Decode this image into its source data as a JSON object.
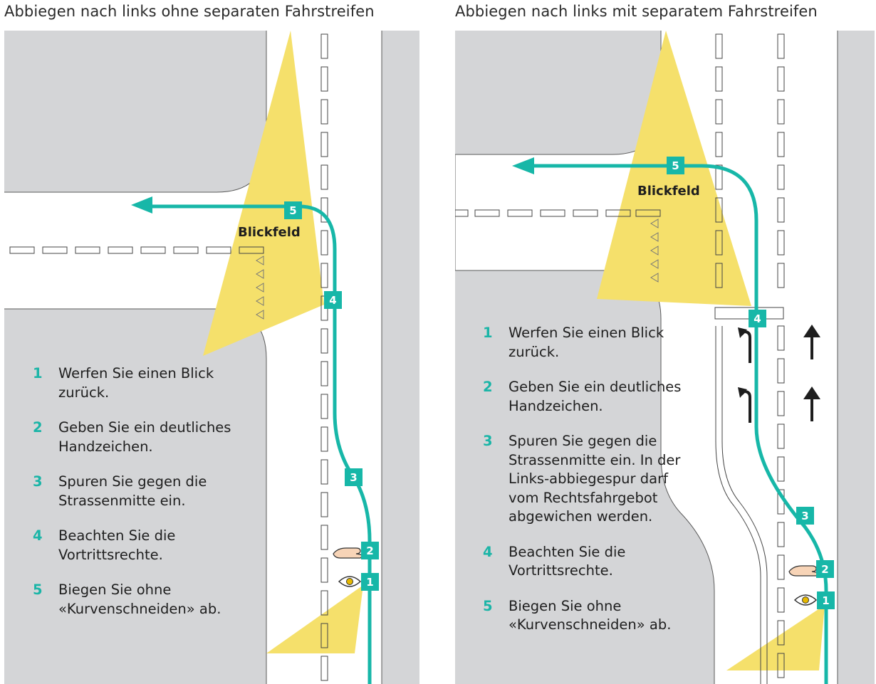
{
  "left_panel": {
    "title": "Abbiegen nach links ohne separaten Fahrstreifen",
    "field_of_view_label": "Blickfeld",
    "markers": [
      "1",
      "2",
      "3",
      "4",
      "5"
    ],
    "steps": [
      {
        "number": "1",
        "text": "Werfen Sie einen Blick zurück."
      },
      {
        "number": "2",
        "text": "Geben Sie ein deutliches Handzeichen."
      },
      {
        "number": "3",
        "text": "Spuren Sie gegen die Strassenmitte ein."
      },
      {
        "number": "4",
        "text": "Beachten Sie die Vortrittsrechte."
      },
      {
        "number": "5",
        "text": "Biegen Sie ohne «Kurvenschneiden» ab."
      }
    ]
  },
  "right_panel": {
    "title": "Abbiegen nach links mit separatem Fahrstreifen",
    "field_of_view_label": "Blickfeld",
    "markers": [
      "1",
      "2",
      "3",
      "4",
      "5"
    ],
    "steps": [
      {
        "number": "1",
        "text": "Werfen Sie einen Blick zurück."
      },
      {
        "number": "2",
        "text": "Geben Sie ein deutliches Handzeichen."
      },
      {
        "number": "3",
        "text": "Spuren Sie gegen die Strassenmitte ein. In der Links-abbiegespur darf vom Rechtsfahrgebot abgewichen werden."
      },
      {
        "number": "4",
        "text": "Beachten Sie die Vortrittsrechte."
      },
      {
        "number": "5",
        "text": "Biegen Sie ohne «Kurvenschneiden» ab."
      }
    ]
  },
  "colors": {
    "block": "#d4d5d7",
    "route": "#17b7a8",
    "field_of_view": "#f5e06b",
    "road": "#ffffff"
  },
  "icons": [
    "eye-icon",
    "hand-signal-icon",
    "arrow-left-icon",
    "lane-arrow-turn-left-icon",
    "lane-arrow-straight-icon"
  ]
}
